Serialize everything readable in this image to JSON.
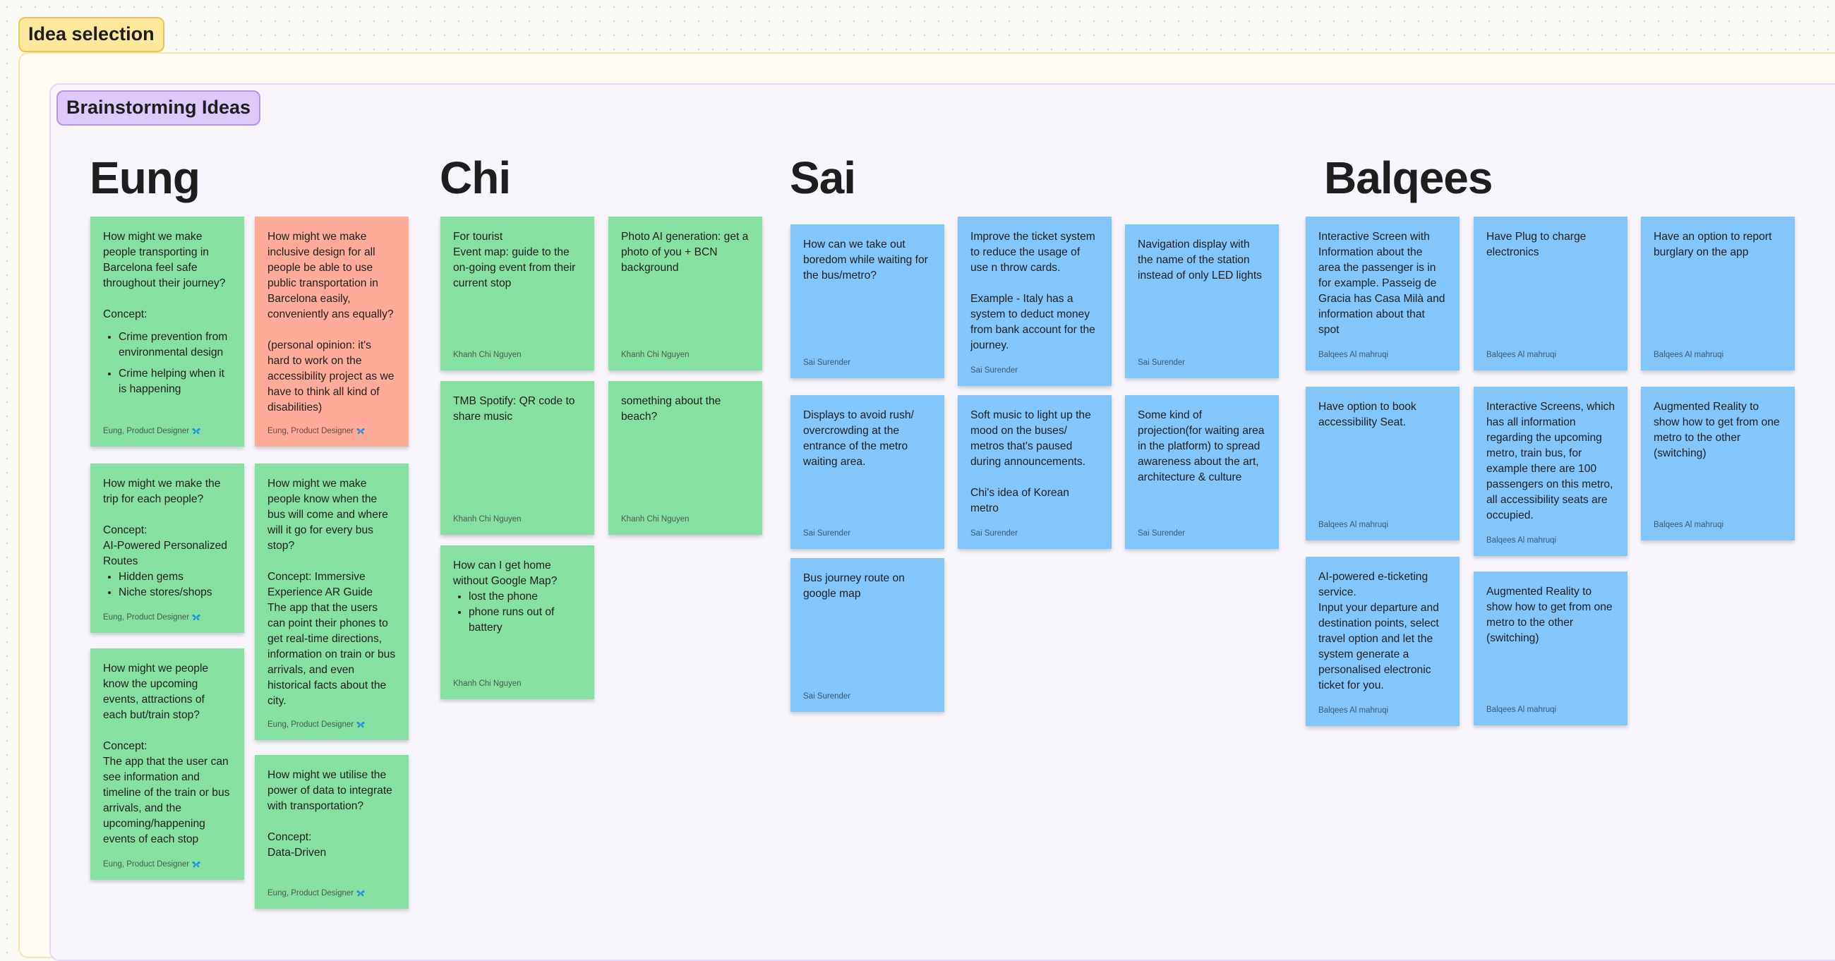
{
  "section": {
    "title": "Idea selection"
  },
  "subsection": {
    "title": "Brainstorming Ideas"
  },
  "columns": {
    "eung": "Eung",
    "chi": "Chi",
    "sai": "Sai",
    "balqees": "Balqees"
  },
  "colors": {
    "green": "#86e0a2",
    "salmon": "#ffab99",
    "blue": "#82c6fb"
  },
  "notes": {
    "e1": {
      "text": "How might we make people transporting in Barcelona feel safe throughout their journey?",
      "concept": "Concept:",
      "items": [
        "Crime prevention from environmental design",
        "Crime helping when it is happening"
      ],
      "author": "Eung, Product Designer"
    },
    "e2": {
      "text": "How might we make inclusive design for all people be able to use public transportation in Barcelona easily, conveniently ans equally?",
      "text2": "(personal opinion: it's hard to work on the accessibility project as we have to think all kind of disabilities)",
      "author": "Eung, Product Designer"
    },
    "e3": {
      "text": "How might we make the trip for each people?",
      "concept": "Concept:",
      "concept_line": "AI-Powered Personalized Routes",
      "items": [
        "Hidden gems",
        "Niche stores/shops"
      ],
      "author": "Eung, Product Designer"
    },
    "e4": {
      "text": "How might we make people know when the bus will come and where will it go for every bus stop?",
      "concept": "Concept: Immersive Experience AR Guide",
      "text2": "The app that the users can point their phones to get real-time directions, information on train or bus arrivals, and even historical facts about the city.",
      "author": "Eung, Product Designer"
    },
    "e5": {
      "text": "How might we people know the upcoming events, attractions of each but/train stop?",
      "concept": "Concept:",
      "text2": "The app that the user can see information and timeline of the train or bus arrivals, and the upcoming/happening events of each stop",
      "author": "Eung, Product Designer"
    },
    "e6": {
      "text": "How might we utilise the power of data to integrate with transportation?",
      "concept": "Concept:",
      "concept_line": "Data-Driven",
      "author": "Eung, Product Designer"
    },
    "c1": {
      "line1": "For tourist",
      "text": "Event map: guide to the on-going event from their current stop",
      "author": "Khanh Chi Nguyen"
    },
    "c2": {
      "text": "Photo AI generation: get a photo of you + BCN background",
      "author": "Khanh Chi Nguyen"
    },
    "c3": {
      "text": "TMB Spotify: QR code to share music",
      "author": "Khanh Chi Nguyen"
    },
    "c4": {
      "text": "something about the beach?",
      "author": "Khanh Chi Nguyen"
    },
    "c5": {
      "text": "How can I get home without Google Map?",
      "items": [
        "lost the phone",
        "phone runs out of battery"
      ],
      "author": "Khanh Chi Nguyen"
    },
    "s1": {
      "text": "How can we take out boredom while waiting for the bus/metro?",
      "author": "Sai Surender"
    },
    "s2": {
      "text": "Improve the ticket system to reduce the usage of use n throw cards.",
      "text2": "Example - Italy has a system to deduct money from bank account for the journey.",
      "author": "Sai Surender"
    },
    "s3": {
      "text": "Navigation display with the name of the station instead of only LED lights",
      "author": "Sai Surender"
    },
    "s4": {
      "text": "Displays to avoid rush/ overcrowding at the entrance of the metro waiting area.",
      "author": "Sai Surender"
    },
    "s5": {
      "text": "Soft music to light up the mood on the buses/ metros that's paused during announcements.",
      "text2": "Chi's idea of Korean metro",
      "author": "Sai Surender"
    },
    "s6": {
      "text": "Some kind of projection(for waiting area in the platform) to spread awareness about the art, architecture & culture",
      "author": "Sai Surender"
    },
    "s7": {
      "text": "Bus journey route on google map",
      "author": "Sai Surender"
    },
    "b1": {
      "text": "Interactive Screen with Information about the area the passenger is in for example. Passeig de Gracia has Casa Milà and information about that spot",
      "author": "Balqees Al mahruqi"
    },
    "b2": {
      "text": "Have Plug to charge electronics",
      "author": "Balqees Al mahruqi"
    },
    "b3": {
      "text": "Have an option to report burglary on the app",
      "author": "Balqees Al mahruqi"
    },
    "b4": {
      "text": "Have option to book accessibility Seat.",
      "author": "Balqees Al mahruqi"
    },
    "b5": {
      "text": "Interactive Screens, which has all information regarding the upcoming metro, train bus, for example there are 100 passengers on this metro, all accessibility seats are occupied.",
      "author": "Balqees Al mahruqi"
    },
    "b6": {
      "text": "Augmented Reality to show how to get from one metro to the other (switching)",
      "author": "Balqees Al mahruqi"
    },
    "b7": {
      "text": "AI-powered e-ticketing service.",
      "text2": "Input your departure and destination points, select travel option and let the system generate a personalised electronic ticket for you.",
      "author": "Balqees Al mahruqi"
    },
    "b8": {
      "text": "Augmented Reality to show how to get from one metro to the other (switching)",
      "author": "Balqees Al mahruqi"
    }
  }
}
